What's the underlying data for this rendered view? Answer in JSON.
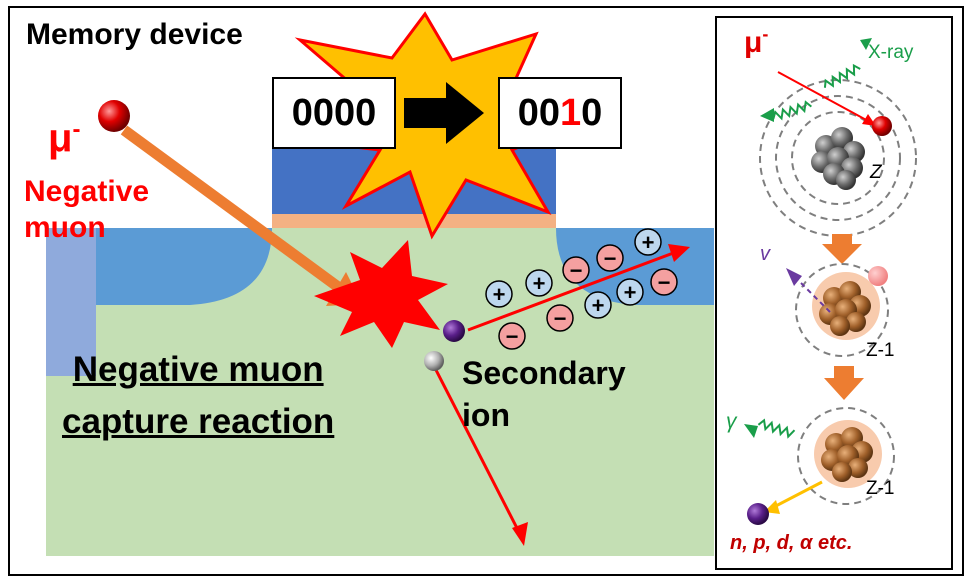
{
  "labels": {
    "memory_device": "Memory device",
    "muon_symbol": "μ",
    "muon_superscript": "-",
    "negative_muon_line1": "Negative",
    "negative_muon_line2": "muon",
    "capture_line1": "Negative muon",
    "capture_line2": "capture reaction",
    "secondary_line1": "Secondary",
    "secondary_line2": "ion"
  },
  "bits": {
    "before": "0000",
    "after_prefix": "00",
    "after_flipped": "1",
    "after_suffix": "0"
  },
  "charges": {
    "plus": "+",
    "minus": "−"
  },
  "side_panel": {
    "muon_symbol": "μ",
    "muon_superscript": "-",
    "xray": "X-ray",
    "z": "Z",
    "neutrino": "v",
    "z_minus_1_a": "Z-1",
    "gamma": "γ",
    "z_minus_1_b": "Z-1",
    "particles": "n, p, d, α etc."
  },
  "colors": {
    "substrate": "#c4dfb4",
    "well_blue": "#5b9bd5",
    "gate_blue": "#4472c4",
    "gate_oxide": "#f4b183",
    "muon_arrow": "#ed7d31",
    "burst_red": "#ff0000",
    "star_yellow": "#ffc000",
    "plus_fill": "#bdd7ee",
    "minus_fill": "#f4a0a0",
    "xray_green": "#1a9e4a",
    "nucleus_brown": "#b87333"
  }
}
